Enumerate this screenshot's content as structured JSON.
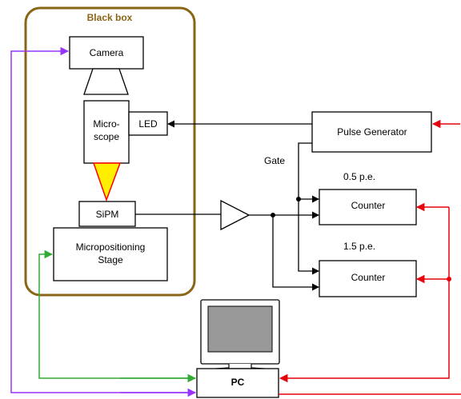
{
  "black_box": {
    "title": "Black box",
    "color": "#8a6516"
  },
  "camera": {
    "label": "Camera"
  },
  "microscope": {
    "label_line1": "Micro-",
    "label_line2": "scope"
  },
  "led": {
    "label": "LED"
  },
  "sipm": {
    "label": "SiPM"
  },
  "stage": {
    "label_line1": "Micropositioning",
    "label_line2": "Stage"
  },
  "pulse_generator": {
    "label": "Pulse Generator"
  },
  "gate": {
    "label": "Gate"
  },
  "counter1": {
    "threshold": "0.5 p.e.",
    "label": "Counter"
  },
  "counter2": {
    "threshold": "1.5 p.e.",
    "label": "Counter"
  },
  "pc": {
    "label": "PC"
  },
  "colors": {
    "purple": "#9933ff",
    "green": "#33aa33",
    "red": "#e8000b",
    "cone_fill": "#ffee00",
    "cone_stroke": "#ff0000",
    "monitor_screen": "#999999"
  },
  "icons": {
    "computer": "monitor-icon",
    "amplifier": "triangle-amplifier-icon",
    "light_cone": "cone-icon"
  }
}
